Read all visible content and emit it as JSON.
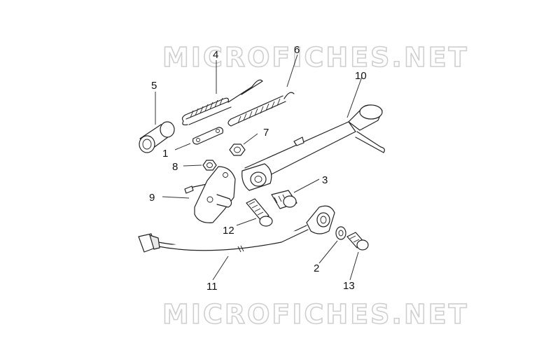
{
  "watermark": {
    "top": "MICROFICHES.NET",
    "bottom": "MICROFICHES.NET"
  },
  "callouts": {
    "c1": "1",
    "c2": "2",
    "c3": "3",
    "c4": "4",
    "c5": "5",
    "c6": "6",
    "c7": "7",
    "c8": "8",
    "c9": "9",
    "c10": "10",
    "c11": "11",
    "c12": "12",
    "c13": "13"
  }
}
